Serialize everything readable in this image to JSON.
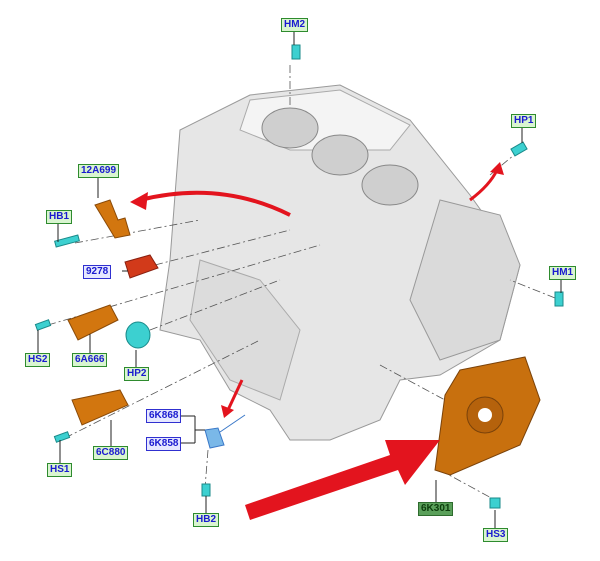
{
  "labels": {
    "HM2": "HM2",
    "HP1": "HP1",
    "A12A699": "12A699",
    "HB1": "HB1",
    "N9278": "9278",
    "HM1": "HM1",
    "HS2": "HS2",
    "A6A666": "6A666",
    "HP2": "HP2",
    "A6K868": "6K868",
    "A6K858": "6K858",
    "HS1": "HS1",
    "A6C880": "6C880",
    "HB2": "HB2",
    "A6K301": "6K301",
    "HS3": "HS3"
  },
  "colors": {
    "part_orange": "#d2760f",
    "part_cyan": "#3cd0d0",
    "part_red": "#d23a1a",
    "arrow_red": "#e3141e",
    "block_gray": "#e4e4e4"
  }
}
